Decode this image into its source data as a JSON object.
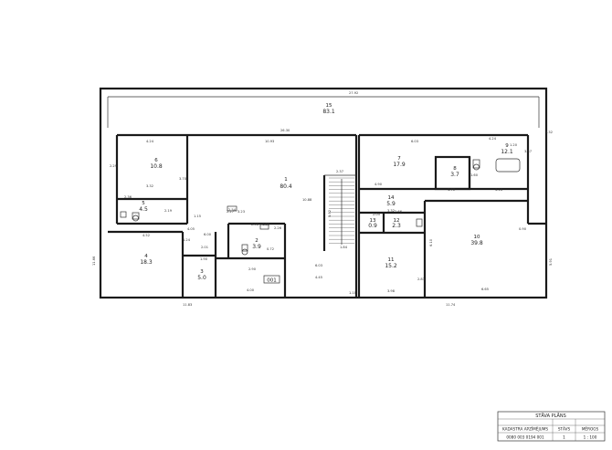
{
  "plan": {
    "rooms": [
      {
        "id": "1",
        "num": "1",
        "area": "80.4"
      },
      {
        "id": "2",
        "num": "2",
        "area": "3.9"
      },
      {
        "id": "3",
        "num": "3",
        "area": "5.0"
      },
      {
        "id": "4",
        "num": "4",
        "area": "18.3"
      },
      {
        "id": "5",
        "num": "5",
        "area": "4.5"
      },
      {
        "id": "6",
        "num": "6",
        "area": "10.8"
      },
      {
        "id": "7",
        "num": "7",
        "area": "17.9"
      },
      {
        "id": "8",
        "num": "8",
        "area": "3.7"
      },
      {
        "id": "9",
        "num": "9",
        "area": "12.1"
      },
      {
        "id": "10",
        "num": "10",
        "area": "39.8"
      },
      {
        "id": "11",
        "num": "11",
        "area": "15.2"
      },
      {
        "id": "12",
        "num": "12",
        "area": "2.3"
      },
      {
        "id": "13",
        "num": "13",
        "area": "0.9"
      },
      {
        "id": "14",
        "num": "14",
        "area": "5.9"
      },
      {
        "id": "15",
        "num": "15",
        "area": "83.1"
      }
    ],
    "group_label": "001",
    "dims": {
      "d2792": "27.92",
      "d2630": "26.30",
      "d1093": "10.93",
      "d603": "6.03",
      "d424": "4.24",
      "d1088": "10.88",
      "d370": "3.70",
      "d229": "2.29",
      "d236": "2.36",
      "d332": "3.32",
      "d254": "2.54",
      "d237": "2.37",
      "d219": "2.19",
      "d452": "4.52",
      "d600": "6.00",
      "d190": "1.90",
      "d201": "2.01",
      "d184": "1.84",
      "d445": "4.45",
      "d1183": "11.83",
      "d1174": "11.74",
      "d1166": "11.66",
      "d591": "5.91",
      "d610": "6.10",
      "d665": "6.65",
      "d592": "5.92",
      "d357": "3.57",
      "d170": "1.70",
      "d316": "3.16",
      "d120": "1.20",
      "d490": "4.90",
      "d290": "2.90",
      "d160": "1.60",
      "d266": "2.66",
      "d398": "3.98",
      "d072": "0.72",
      "d226": "2.26",
      "d180": "1.80",
      "d124": "1.24",
      "d090": "0.90",
      "d110": "1.10",
      "d132": "1.32",
      "d283": "2.83",
      "d405": "4.05",
      "d323": "3.23",
      "d115": "1.15",
      "d206": "2.06",
      "d400": "4.00",
      "d205": "2.05",
      "d227": "2.27"
    }
  },
  "title_block": {
    "title": "STĀVA PLĀNS",
    "h_cadastre": "KADASTRA APZĪMĒJUMS",
    "h_floor": "STĀVS",
    "h_scale": "MĒROGS",
    "cadastre": "0080 003 0194 001",
    "floor": "1",
    "scale": "1 : 100"
  }
}
